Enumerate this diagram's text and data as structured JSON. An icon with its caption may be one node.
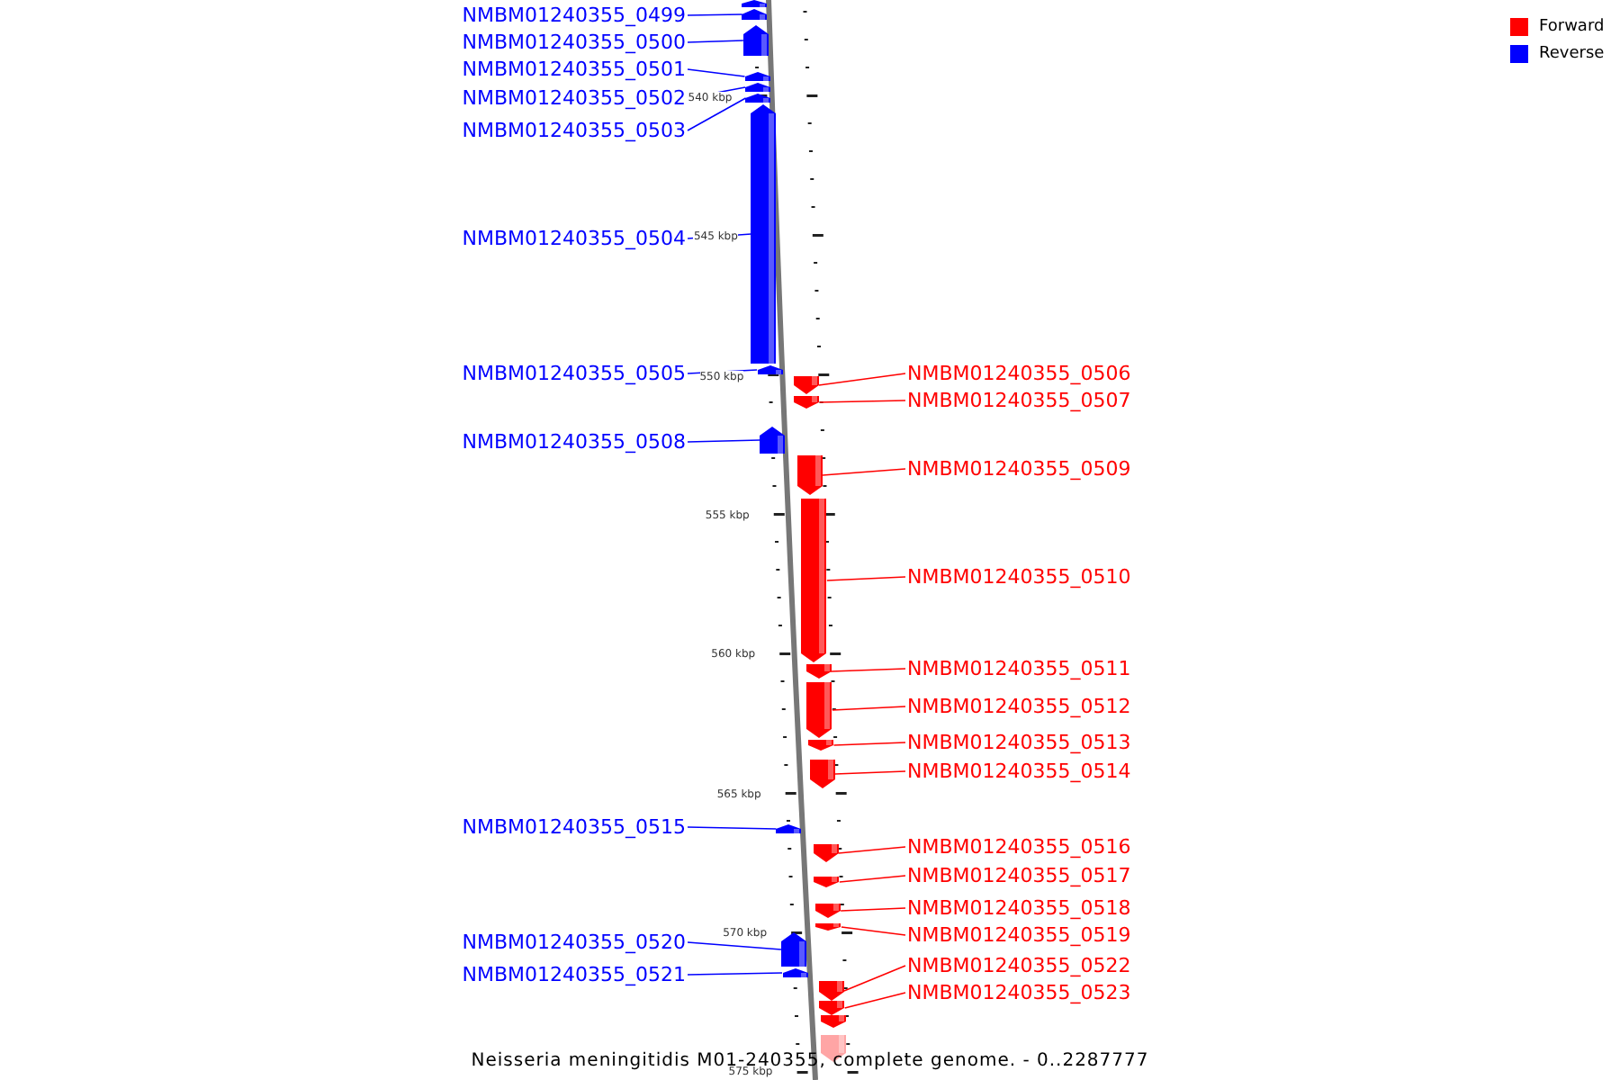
{
  "diagram": {
    "caption": "Neisseria meningitidis M01-240355, complete genome. - 0..2287777",
    "nodes": [
      {
        "text": [
          "NMBM01240355_0499"
        ]
      },
      {
        "text": [
          "NMBM01240355_0500"
        ]
      },
      {
        "text": [
          "NMBM01240355_0501"
        ]
      },
      {
        "text": [
          "NMBM01240355_0502"
        ]
      },
      {
        "text": [
          "NMBM01240355_0503"
        ]
      },
      {
        "text": [
          "NMBM01240355_0504"
        ]
      },
      {
        "text": [
          "NMBM01240355_0505"
        ]
      },
      {
        "text": [
          "NMBM01240355_0508"
        ]
      },
      {
        "text": [
          "NMBM01240355_0515"
        ]
      },
      {
        "text": [
          "NMBM01240355_0520"
        ]
      },
      {
        "text": [
          "NMBM01240355_0521"
        ]
      },
      {
        "text": [
          "NMBM01240355_0506"
        ]
      },
      {
        "text": [
          "NMBM01240355_0507"
        ]
      },
      {
        "text": [
          "NMBM01240355_0509"
        ]
      },
      {
        "text": [
          "NMBM01240355_0510"
        ]
      },
      {
        "text": [
          "NMBM01240355_0511"
        ]
      },
      {
        "text": [
          "NMBM01240355_0512"
        ]
      },
      {
        "text": [
          "NMBM01240355_0513"
        ]
      },
      {
        "text": [
          "NMBM01240355_0514"
        ]
      },
      {
        "text": [
          "NMBM01240355_0516"
        ]
      },
      {
        "text": [
          "NMBM01240355_0517"
        ]
      },
      {
        "text": [
          "NMBM01240355_0518"
        ]
      },
      {
        "text": [
          "NMBM01240355_0519"
        ]
      },
      {
        "text": [
          "NMBM01240355_0522"
        ]
      },
      {
        "text": [
          "NMBM01240355_0523"
        ]
      },
      {
        "text": [],
        "shape": "pentagon"
      },
      {
        "text": [],
        "shape": "pentagon"
      },
      {
        "text": [],
        "shape": "pentagon"
      },
      {
        "text": [],
        "shape": "pentagon"
      },
      {
        "text": [],
        "shape": "pentagon"
      },
      {
        "text": [],
        "shape": "pentagon"
      },
      {
        "text": [],
        "shape": "pentagon"
      },
      {
        "text": [],
        "shape": "pentagon"
      },
      {
        "text": [],
        "shape": "pentagon"
      },
      {
        "text": [],
        "shape": "pentagon"
      },
      {
        "text": [],
        "shape": "pentagon"
      },
      {
        "text": [],
        "shape": "pentagon"
      },
      {
        "text": [],
        "shape": "pentagon"
      },
      {
        "text": [],
        "shape": "pentagon"
      },
      {
        "text": [],
        "shape": "pentagon"
      },
      {
        "text": [],
        "shape": "pentagon"
      },
      {
        "text": [],
        "shape": "pentagon"
      },
      {
        "text": [],
        "shape": "pentagon"
      },
      {
        "text": [],
        "shape": "pentagon"
      },
      {
        "text": [],
        "shape": "pentagon"
      },
      {
        "text": [],
        "shape": "pentagon"
      },
      {
        "text": [],
        "shape": "pentagon"
      },
      {
        "text": [],
        "shape": "pentagon"
      },
      {
        "text": [],
        "shape": "pentagon"
      },
      {
        "text": [],
        "shape": "pentagon"
      },
      {
        "text": [],
        "shape": "pentagon"
      },
      {
        "text": [],
        "shape": "pentagon"
      },
      {
        "text": [],
        "shape": "pentagon"
      }
    ],
    "edges": [
      {
        "from": 0,
        "to": 26,
        "arrow": "none",
        "color": "#0000ff"
      },
      {
        "from": 1,
        "to": 27,
        "arrow": "none",
        "color": "#0000ff"
      },
      {
        "from": 2,
        "to": 28,
        "arrow": "none",
        "color": "#0000ff"
      },
      {
        "from": 3,
        "to": 29,
        "arrow": "none",
        "color": "#0000ff"
      },
      {
        "from": 4,
        "to": 30,
        "arrow": "none",
        "color": "#0000ff"
      },
      {
        "from": 5,
        "to": 31,
        "arrow": "none",
        "color": "#0000ff"
      },
      {
        "from": 6,
        "to": 32,
        "arrow": "none",
        "color": "#0000ff"
      },
      {
        "from": 7,
        "to": 35,
        "arrow": "none",
        "color": "#0000ff"
      },
      {
        "from": 8,
        "to": 42,
        "arrow": "none",
        "color": "#0000ff"
      },
      {
        "from": 9,
        "to": 47,
        "arrow": "none",
        "color": "#0000ff"
      },
      {
        "from": 10,
        "to": 48,
        "arrow": "none",
        "color": "#0000ff"
      },
      {
        "from": 11,
        "to": 33,
        "arrow": "none",
        "color": "#ff0000"
      },
      {
        "from": 12,
        "to": 34,
        "arrow": "none",
        "color": "#ff0000"
      },
      {
        "from": 13,
        "to": 36,
        "arrow": "none",
        "color": "#ff0000"
      },
      {
        "from": 14,
        "to": 37,
        "arrow": "none",
        "color": "#ff0000"
      },
      {
        "from": 15,
        "to": 38,
        "arrow": "none",
        "color": "#ff0000"
      },
      {
        "from": 16,
        "to": 39,
        "arrow": "none",
        "color": "#ff0000"
      },
      {
        "from": 17,
        "to": 40,
        "arrow": "none",
        "color": "#ff0000"
      },
      {
        "from": 18,
        "to": 41,
        "arrow": "none",
        "color": "#ff0000"
      },
      {
        "from": 19,
        "to": 43,
        "arrow": "none",
        "color": "#ff0000"
      },
      {
        "from": 20,
        "to": 44,
        "arrow": "none",
        "color": "#ff0000"
      },
      {
        "from": 21,
        "to": 45,
        "arrow": "none",
        "color": "#ff0000"
      },
      {
        "from": 22,
        "to": 46,
        "arrow": "none",
        "color": "#ff0000"
      },
      {
        "from": 23,
        "to": 49,
        "arrow": "none",
        "color": "#ff0000"
      },
      {
        "from": 24,
        "to": 50,
        "arrow": "none",
        "color": "#ff0000"
      }
    ],
    "labels": [
      "540 kbp",
      "545 kbp",
      "550 kbp",
      "555 kbp",
      "560 kbp",
      "565 kbp",
      "570 kbp",
      "575 kbp"
    ],
    "legend": [
      {
        "text": "Forward",
        "color": "#ff0000"
      },
      {
        "text": "Reverse",
        "color": "#0000ff"
      }
    ]
  }
}
